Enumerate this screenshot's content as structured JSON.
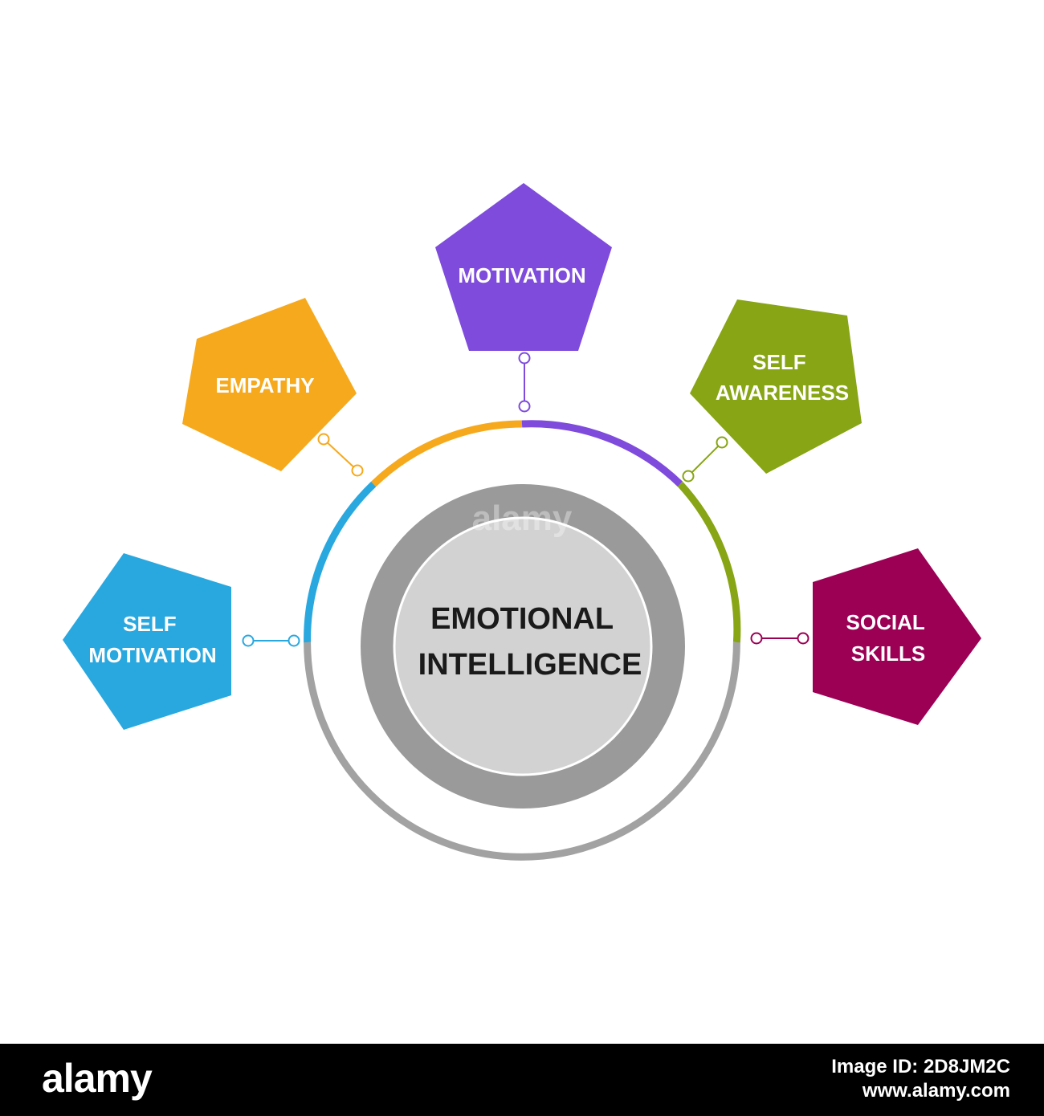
{
  "center": {
    "line1": "EMOTIONAL",
    "line2": "INTELLIGENCE"
  },
  "nodes": [
    {
      "id": "self-motivation",
      "lines": [
        "SELF",
        "MOTIVATION"
      ],
      "color": "#29a8e0"
    },
    {
      "id": "empathy",
      "lines": [
        "EMPATHY"
      ],
      "color": "#f6a91c"
    },
    {
      "id": "motivation",
      "lines": [
        "MOTIVATION"
      ],
      "color": "#7f4bdc"
    },
    {
      "id": "self-awareness",
      "lines": [
        "SELF",
        "AWARENESS"
      ],
      "color": "#87a514"
    },
    {
      "id": "social-skills",
      "lines": [
        "SOCIAL",
        "SKILLS"
      ],
      "color": "#9c0055"
    }
  ],
  "colors": {
    "ring_gray": "#a2a2a2",
    "inner_ring": "#9a9a9a",
    "inner_disc": "#d2d2d2",
    "text_dark": "#1a1a1a"
  },
  "footer": {
    "logo": "alamy",
    "image_id": "Image ID: 2D8JM2C",
    "site": "www.alamy.com"
  }
}
